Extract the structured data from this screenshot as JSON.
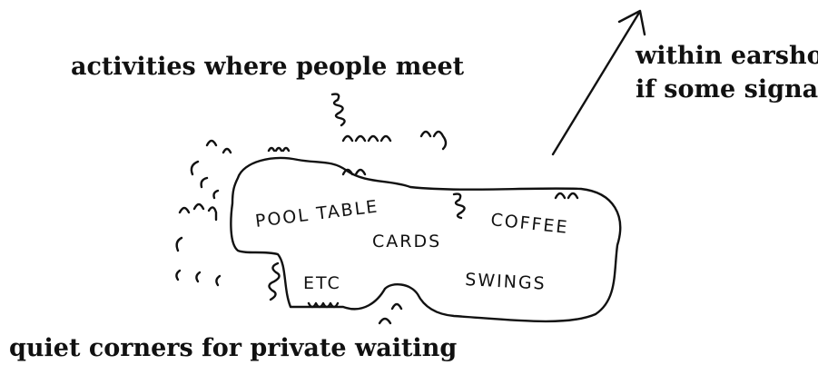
{
  "captions": {
    "activities": "activities where people meet",
    "earshot_line1": "within earshot",
    "earshot_line2": "if some signal",
    "quiet": "quiet corners for private waiting"
  },
  "zones": {
    "pool_table": "POOL TABLE",
    "cards": "CARDS",
    "coffee": "COFFEE",
    "etc": "ETC",
    "swings": "SWINGS"
  },
  "colors": {
    "ink": "#111111",
    "background": "#ffffff"
  }
}
